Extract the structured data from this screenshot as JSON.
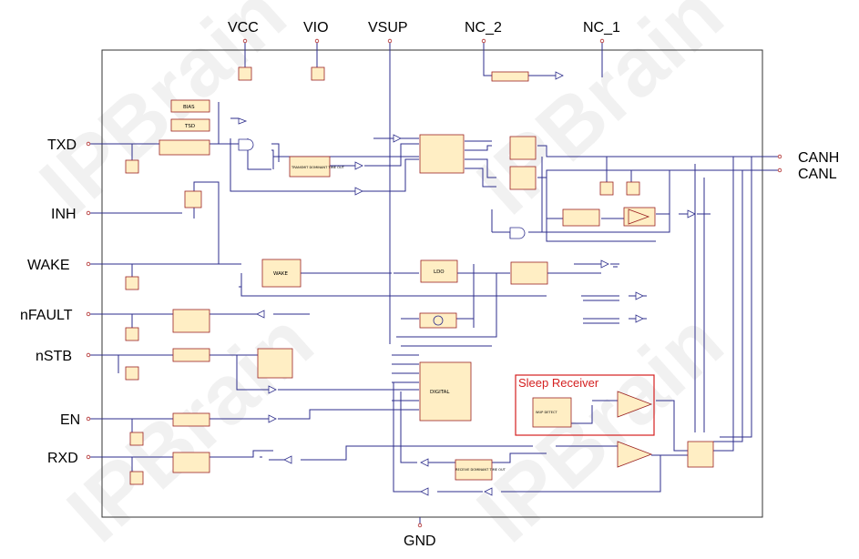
{
  "colors": {
    "wire": "#2e2e8c",
    "block_fill": "#ffeec4",
    "block_stroke": "#9b2323",
    "pin_dot": "#b02a2a",
    "sleep_box": "#d42020",
    "frame": "#333333"
  },
  "pins": {
    "top": [
      "VCC",
      "VIO",
      "VSUP",
      "NC_2",
      "NC_1"
    ],
    "left": [
      "TXD",
      "INH",
      "WAKE",
      "nFAULT",
      "nSTB",
      "EN",
      "RXD"
    ],
    "right": [
      "CANH",
      "CANL"
    ],
    "bottom": [
      "GND"
    ]
  },
  "blocks": {
    "bias": "BIAS",
    "tsd": "TSD",
    "txd_timeout": "TRANSMIT DOMINANT TIME OUT",
    "wake": "WAKE",
    "ldo": "LDO",
    "digital": "DIGITAL",
    "wup_detect": "WUP DETECT",
    "rxd_timeout": "RECEIVE DOMINANT TIME OUT"
  },
  "sleep_receiver": {
    "title": "Sleep Receiver"
  },
  "watermark": "IPBrain"
}
